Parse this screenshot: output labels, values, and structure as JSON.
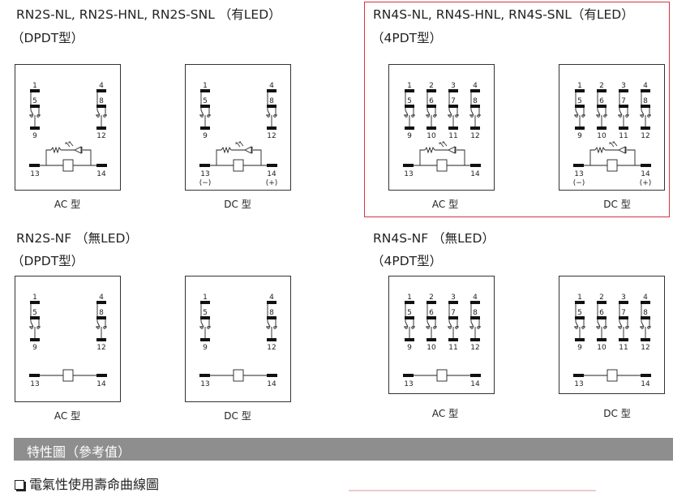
{
  "titles": {
    "rn2s_led_line1": "RN2S-NL, RN2S-HNL, RN2S-SNL （有LED）",
    "rn2s_led_line2": "（DPDT型）",
    "rn4s_led_line1": "RN4S-NL, RN4S-HNL, RN4S-SNL（有LED）",
    "rn4s_led_line2": "（4PDT型）",
    "rn2s_nf_line1": "RN2S-NF （無LED）",
    "rn2s_nf_line2": "（DPDT型）",
    "rn4s_nf_line1": "RN4S-NF （無LED）",
    "rn4s_nf_line2": "（4PDT型）"
  },
  "captions": {
    "ac": "AC 型",
    "dc": "DC 型"
  },
  "pins": {
    "top_2p": [
      "1",
      "4"
    ],
    "mid_2p": [
      "5",
      "8"
    ],
    "bot_2p": [
      "9",
      "12"
    ],
    "top_4p": [
      "1",
      "2",
      "3",
      "4"
    ],
    "mid_4p": [
      "5",
      "6",
      "7",
      "8"
    ],
    "bot_4p": [
      "9",
      "10",
      "11",
      "12"
    ],
    "coil_left": "13",
    "coil_right": "14",
    "dc_minus": "(−)",
    "dc_plus": "(+)"
  },
  "section": {
    "title": "特性圖（參考值）",
    "subtitle": "電氣性使用壽命曲線圖"
  },
  "colors": {
    "highlight_border": "#d6343f",
    "section_bar": "#8e8e8e"
  }
}
